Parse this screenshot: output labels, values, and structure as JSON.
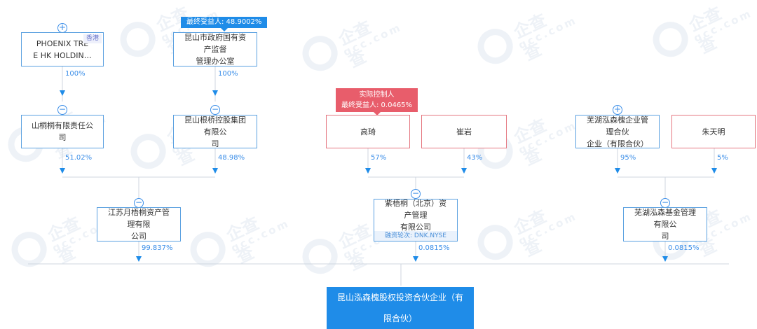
{
  "watermark": {
    "brand": "企查查",
    "domain": "qcc.com"
  },
  "colors": {
    "accent": "#1f8ce8",
    "node_border": "#5aa0e0",
    "person_border": "#e57780",
    "controller_tag": "#e85d6b"
  },
  "nodes": {
    "phoenix": {
      "name": "PHOENIX TRE\nE HK HOLDIN…",
      "tag": "香港"
    },
    "kunshan_gov": {
      "name": "昆山市政府国有资产监督\n管理办公室",
      "beneficiary": "最终受益人: 48.9002%"
    },
    "shantong": {
      "name": "山桐桐有限责任公司"
    },
    "kunshan_group": {
      "name": "昆山根桥控股集团有限公\n司"
    },
    "jiangsu": {
      "name": "江苏月梧桐资产管理有限\n公司"
    },
    "gaoyi": {
      "name": "高琦",
      "controller": "实际控制人",
      "beneficiary": "最终受益人: 0.0465%"
    },
    "cuiyan": {
      "name": "崔岩"
    },
    "zitong": {
      "name": "紫梧桐（北京）资产管理\n有限公司",
      "financing": "融资轮次: DNK.NYSE"
    },
    "wuhu_partner": {
      "name": "芜湖泓森槐企业管理合伙\n企业（有限合伙）"
    },
    "zhu": {
      "name": "朱天明"
    },
    "wuhu_fund": {
      "name": "芜湖泓森基金管理有限公\n司"
    },
    "target": {
      "name": "昆山泓森槐股权投资合伙企业（有限合伙）"
    }
  },
  "percentages": {
    "phoenix_to_shantong": "100%",
    "gov_to_group": "100%",
    "shantong_to_jiangsu": "51.02%",
    "group_to_jiangsu": "48.98%",
    "gaoyi_to_zitong": "57%",
    "cuiyan_to_zitong": "43%",
    "partner_to_fund": "95%",
    "zhu_to_fund": "5%",
    "jiangsu_to_target": "99.837%",
    "zitong_to_target": "0.0815%",
    "fund_to_target": "0.0815%"
  },
  "toggles": {
    "expand": "+",
    "collapse": "−"
  }
}
